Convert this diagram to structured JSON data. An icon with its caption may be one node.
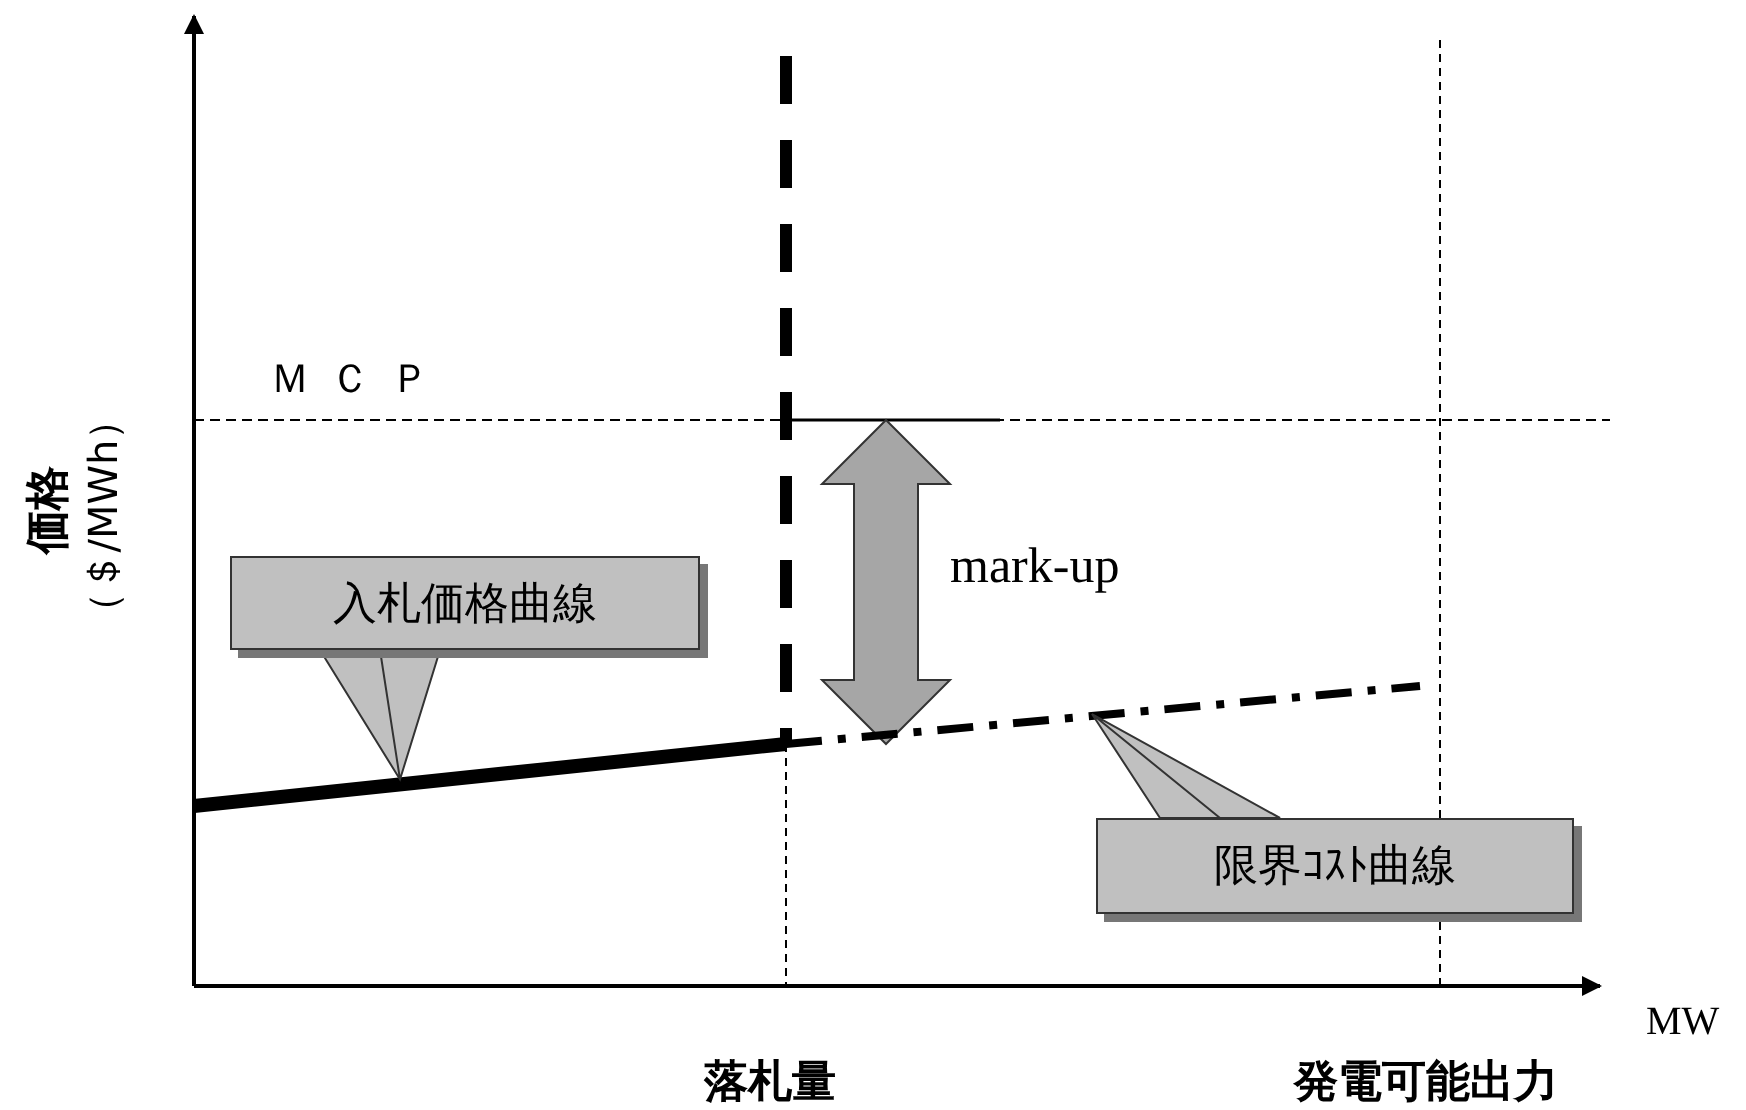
{
  "diagram": {
    "nodes": [
      {
        "text": [
          "入札価格曲線"
        ]
      },
      {
        "text": [],
        "shape": "line"
      },
      {
        "text": [
          "限界ｺｽﾄ曲線"
        ]
      },
      {
        "text": [],
        "shape": "line"
      }
    ],
    "edges": [
      {
        "from": 0,
        "to": 1,
        "arrow": "none"
      },
      {
        "from": 2,
        "to": 3,
        "arrow": "none"
      }
    ],
    "labels": [
      "価格",
      "（＄/MWh）",
      "ＭＣＰ",
      "mark-up",
      "MW",
      "落札量",
      "発電可能出力"
    ]
  }
}
